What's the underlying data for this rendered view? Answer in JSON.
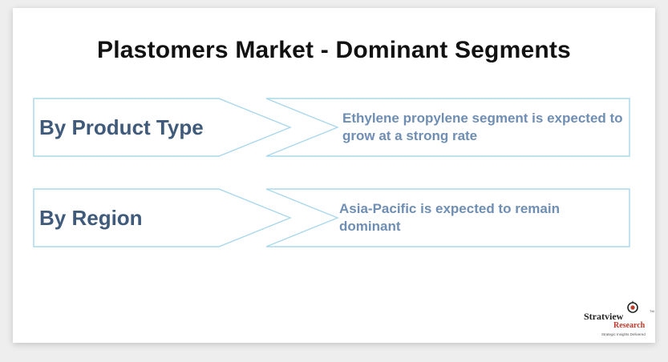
{
  "title": "Plastomers Market - Dominant Segments",
  "segments": [
    {
      "label": "By Product Type",
      "description": "Ethylene propylene segment is expected to grow at a strong rate"
    },
    {
      "label": "By Region",
      "description": "Asia-Pacific is expected to remain dominant"
    }
  ],
  "logo": {
    "name_part1": "Stratview",
    "name_part2": "Research",
    "tagline": "Strategic Insights Delivered",
    "trademark": "TM"
  },
  "colors": {
    "title": "#111111",
    "label": "#3f5a7a",
    "description": "#6f8eb3",
    "outline": "#a9d8ec",
    "logo_accent": "#c0392b"
  }
}
